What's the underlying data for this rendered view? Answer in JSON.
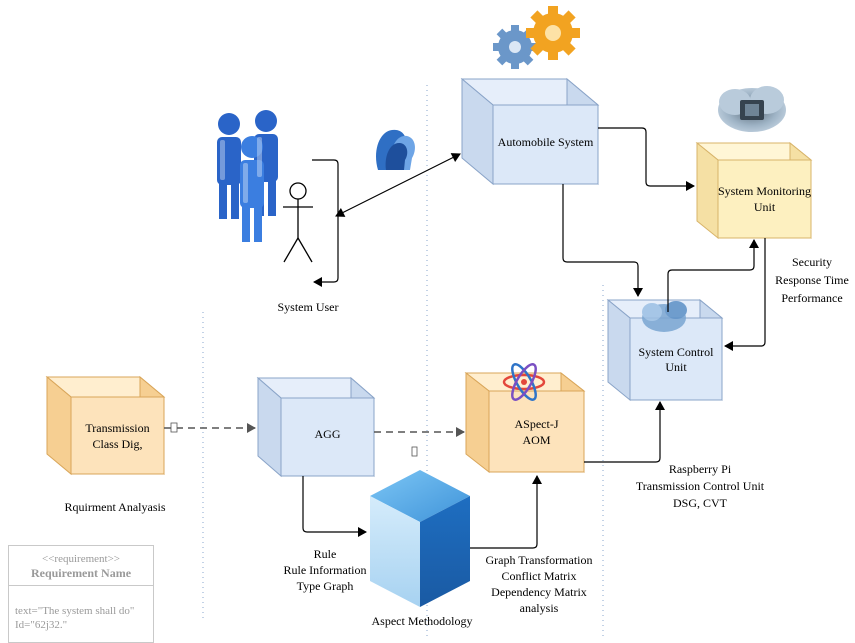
{
  "nodes": {
    "automobile_system": "Automobile System",
    "system_monitoring_unit_line1": "System Monitoring",
    "system_monitoring_unit_line2": "Unit",
    "system_control_unit_line1": "System Control",
    "system_control_unit_line2": "Unit",
    "transmission_line1": "Transmission",
    "transmission_line2": "Class Dig,",
    "agg": "AGG",
    "aspectj_line1": "ASpect-J",
    "aspectj_line2": "AOM"
  },
  "labels": {
    "system_user": "System User",
    "metrics": [
      "Security",
      "Response Time",
      "Performance"
    ],
    "raspberry": [
      "Raspberry Pi",
      "Transmission Control Unit",
      "DSG, CVT"
    ],
    "requirement_analysis": "Rquirment Analyasis",
    "rule_info": [
      "Rule",
      "Rule Information",
      "Type Graph"
    ],
    "aspect_methodology": "Aspect Methodology",
    "graph_transform": [
      "Graph Transformation",
      "Conflict Matrix",
      "Dependency Matrix",
      "analysis"
    ]
  },
  "requirement": {
    "stereotype": "<<requirement>>",
    "name": "Requirement Name",
    "text": "text=\"The system shall do\"",
    "id": "Id=\"62j32.\""
  },
  "colors": {
    "blue_box": "#dce8f8",
    "blue_edge": "#8aa4c8",
    "yellow_box": "#fdf0c0",
    "yellow_edge": "#d8b46a",
    "orange_box": "#fde3bb",
    "orange_edge": "#d9a65a",
    "divider": "#9bb3d6",
    "person_blue": "#2a64c8",
    "gear_orange": "#f2a321",
    "gear_blue": "#6b97c9"
  },
  "icons": [
    "users-group-icon",
    "users-profile-icon",
    "gears-icon",
    "cloud-chip-icon",
    "cube-icon",
    "atom-icon"
  ]
}
